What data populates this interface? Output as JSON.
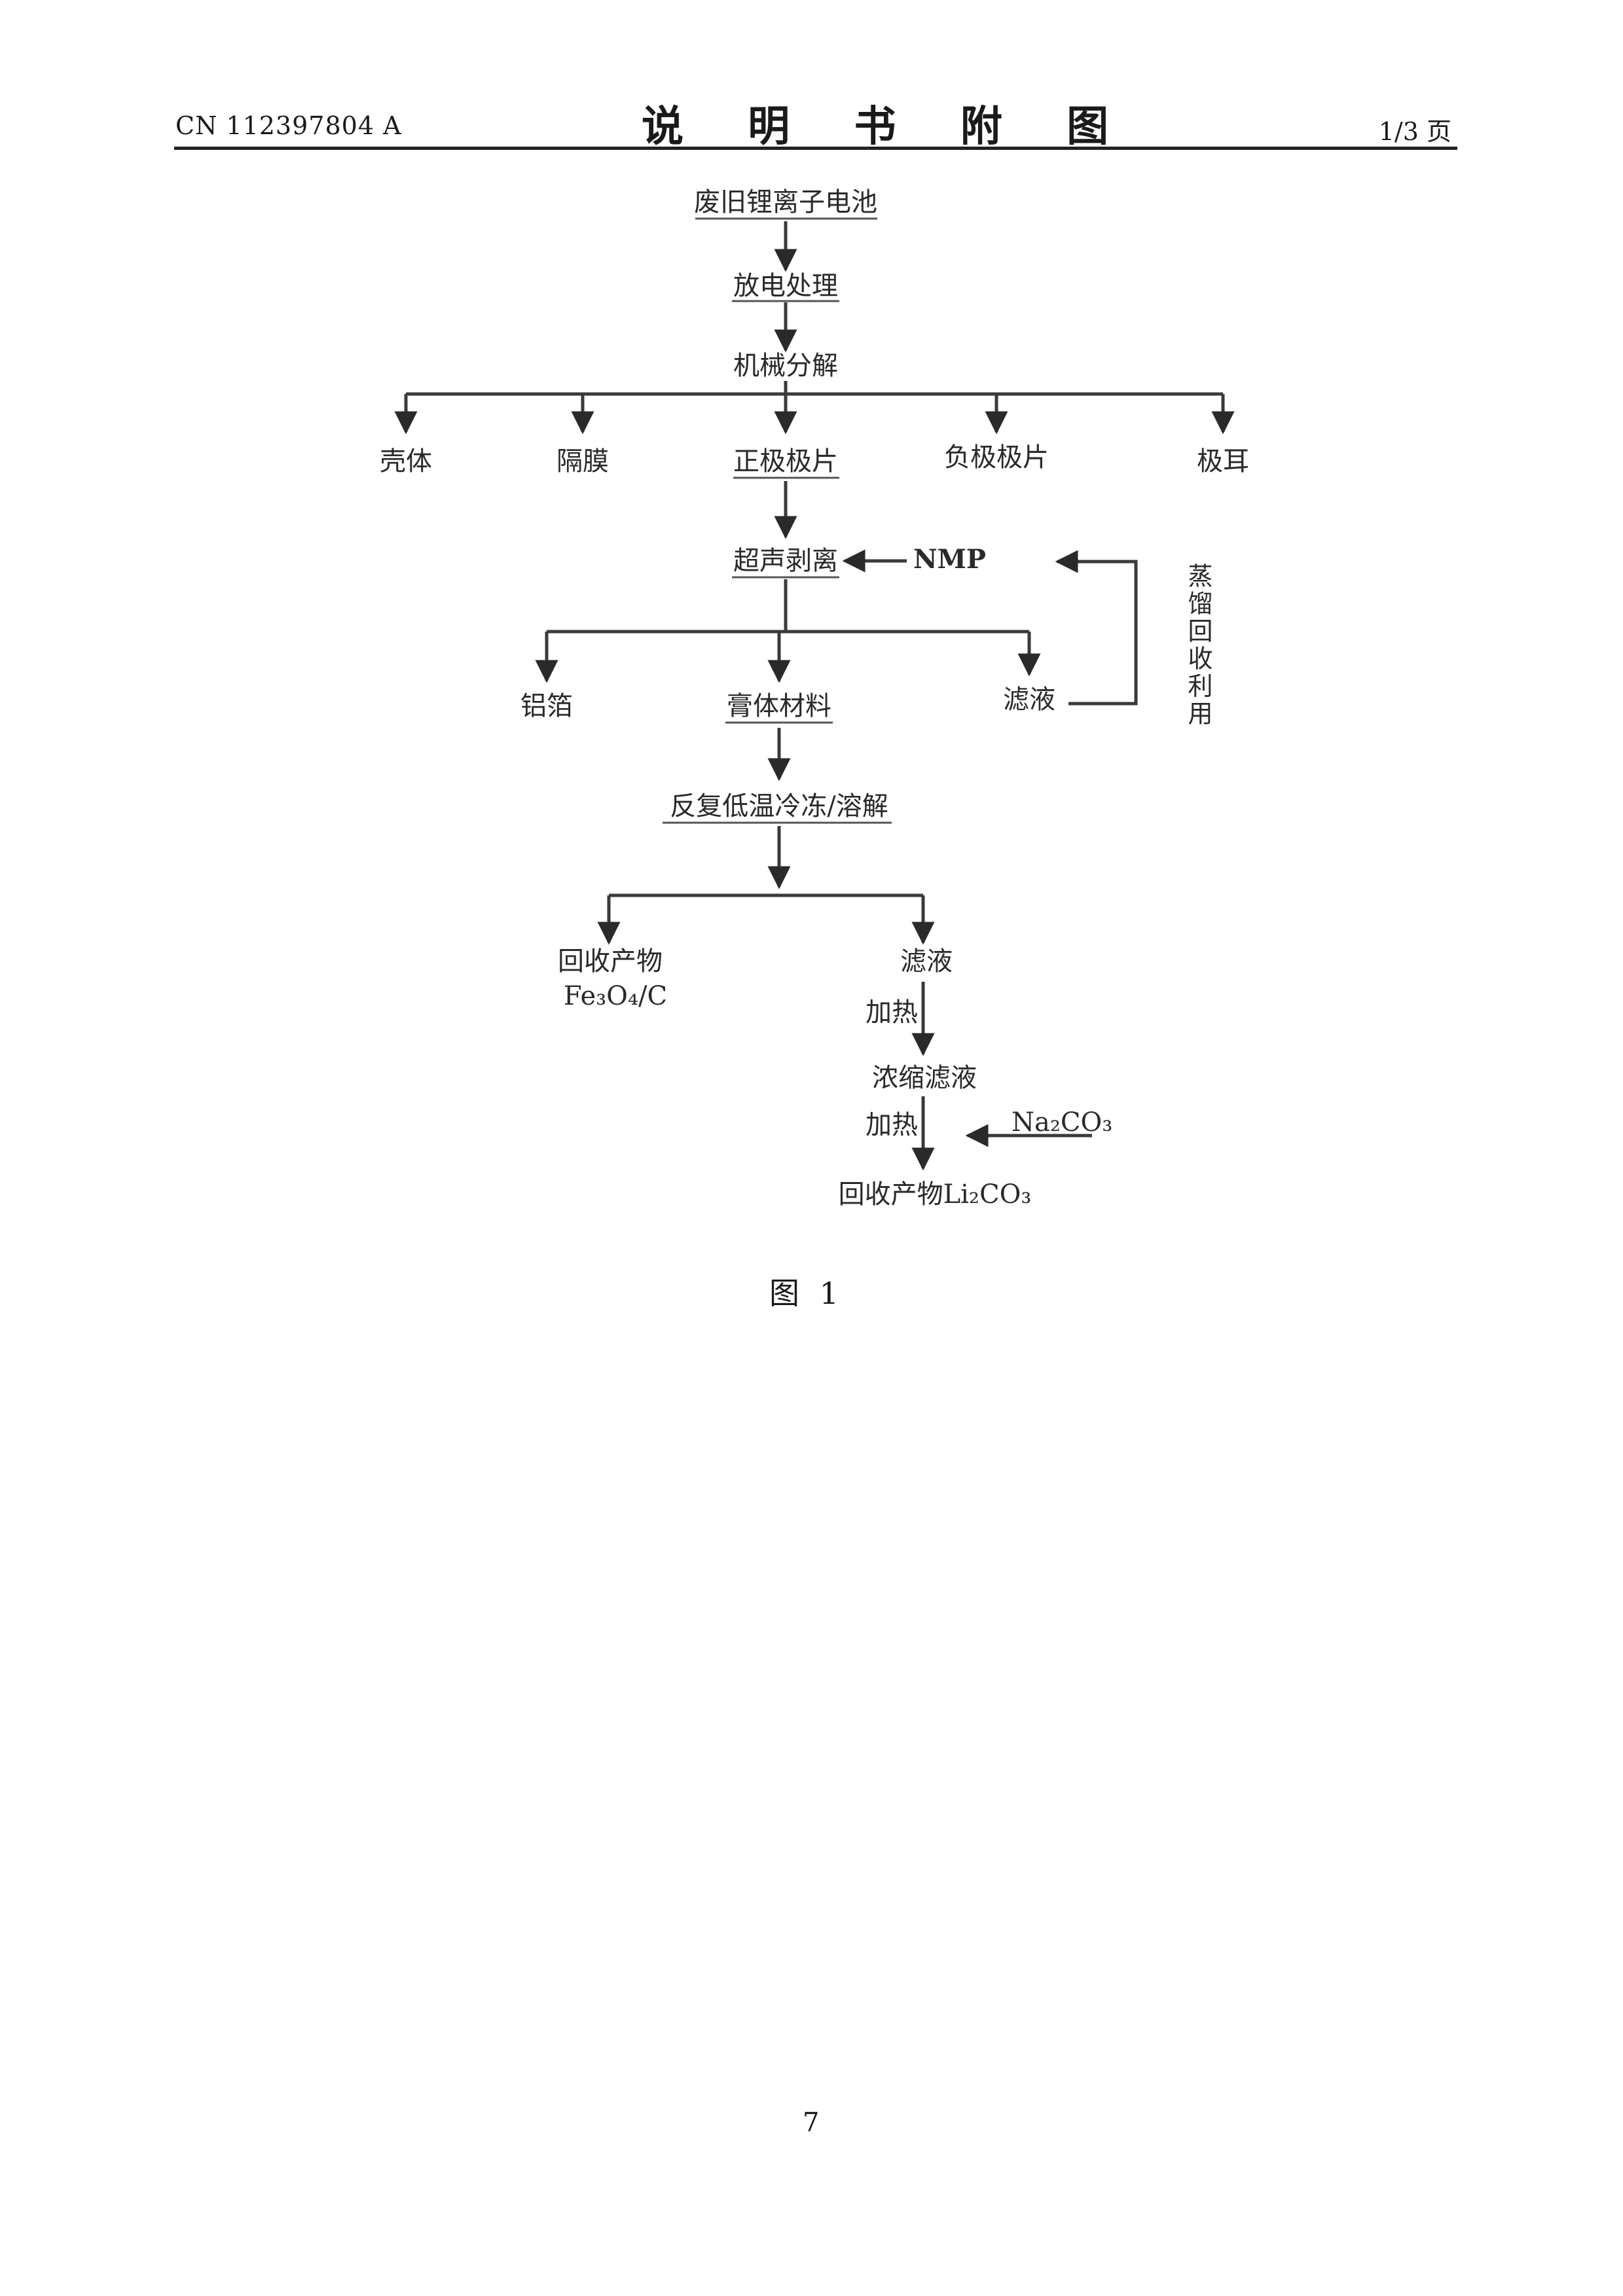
{
  "header": {
    "pub_number": "CN 112397804 A",
    "title": "说 明 书 附 图",
    "page_info": "1/3 页"
  },
  "flow": {
    "waste_battery": "废旧锂离子电池",
    "discharge": "放电处理",
    "disassembly": "机械分解",
    "shell": "壳体",
    "separator": "隔膜",
    "cathode_sheet": "正极极片",
    "anode_sheet": "负极极片",
    "tab": "极耳",
    "ultrasonic_strip": "超声剥离",
    "nmp": "NMP",
    "recycle_label": "蒸馏回收利用",
    "al_foil": "铝箔",
    "paste_material": "膏体材料",
    "filtrate_1": "滤液",
    "freeze_dissolve": "反复低温冷冻/溶解",
    "recovered_1_line1": "回收产物",
    "recovered_1_line2": "Fe₃O₄/C",
    "filtrate_2": "滤液",
    "heating_1": "加热",
    "concentrated": "浓缩滤液",
    "heating_2": "加热",
    "na2co3": "Na₂CO₃",
    "recovered_2": "回收产物Li₂CO₃"
  },
  "figure_caption": "图 1",
  "page_number": "7"
}
